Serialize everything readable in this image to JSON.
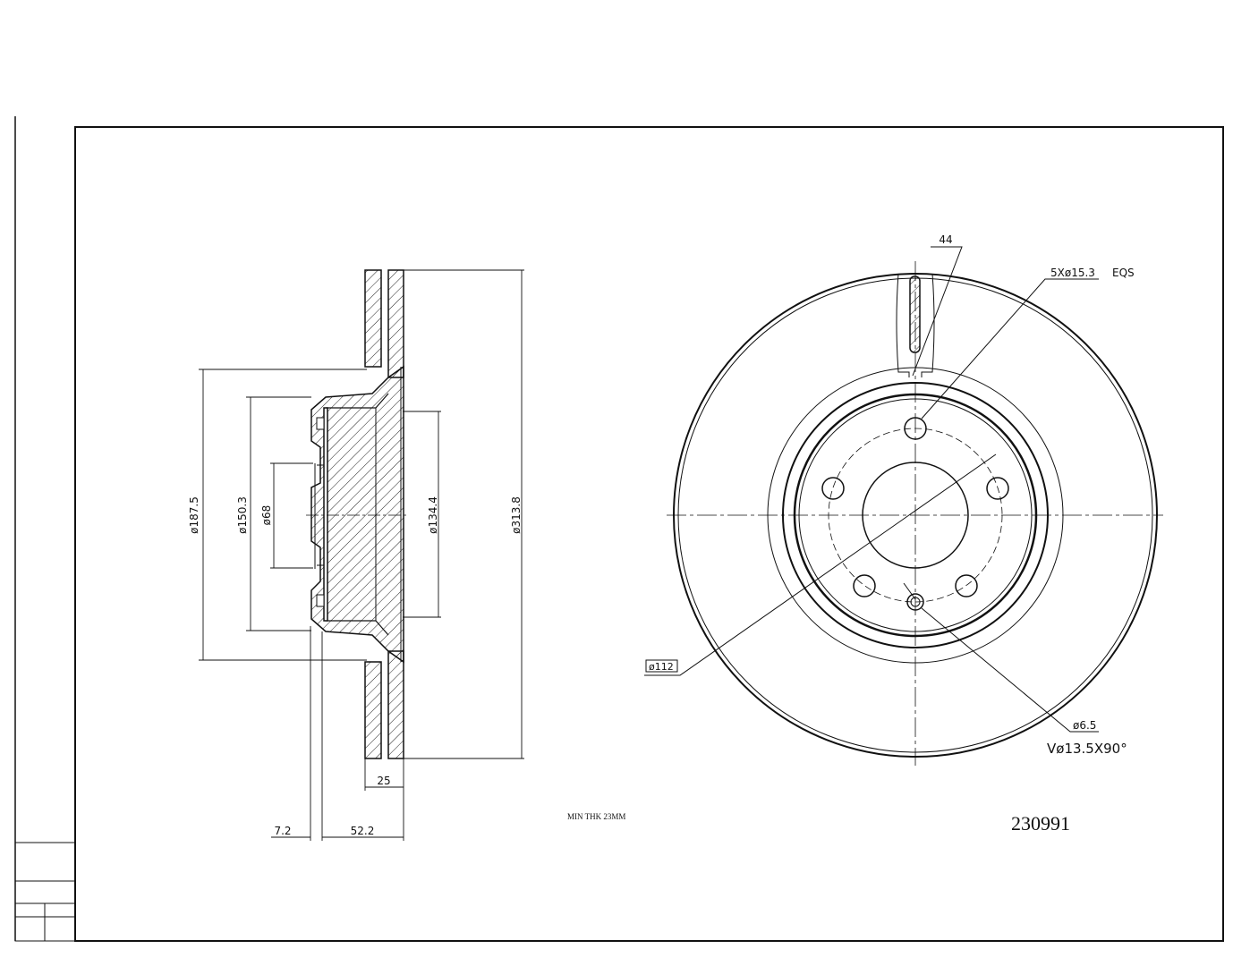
{
  "side_view": {
    "dims": {
      "d187": "ø187.5",
      "d150": "ø150.3",
      "d68": "ø68",
      "d134": "ø134.4",
      "d313": "ø313.8",
      "w25": "25",
      "w72": "7.2",
      "w522": "52.2"
    }
  },
  "front_view": {
    "vane": "44",
    "bolt_holes": "5Xø15.3",
    "eqs": "EQS",
    "pcd": "ø112",
    "small_hole": "ø6.5",
    "countersink": "Vø13.5X90°"
  },
  "notes": {
    "min_thk": "MIN THK 23MM",
    "part_number": "230991"
  }
}
